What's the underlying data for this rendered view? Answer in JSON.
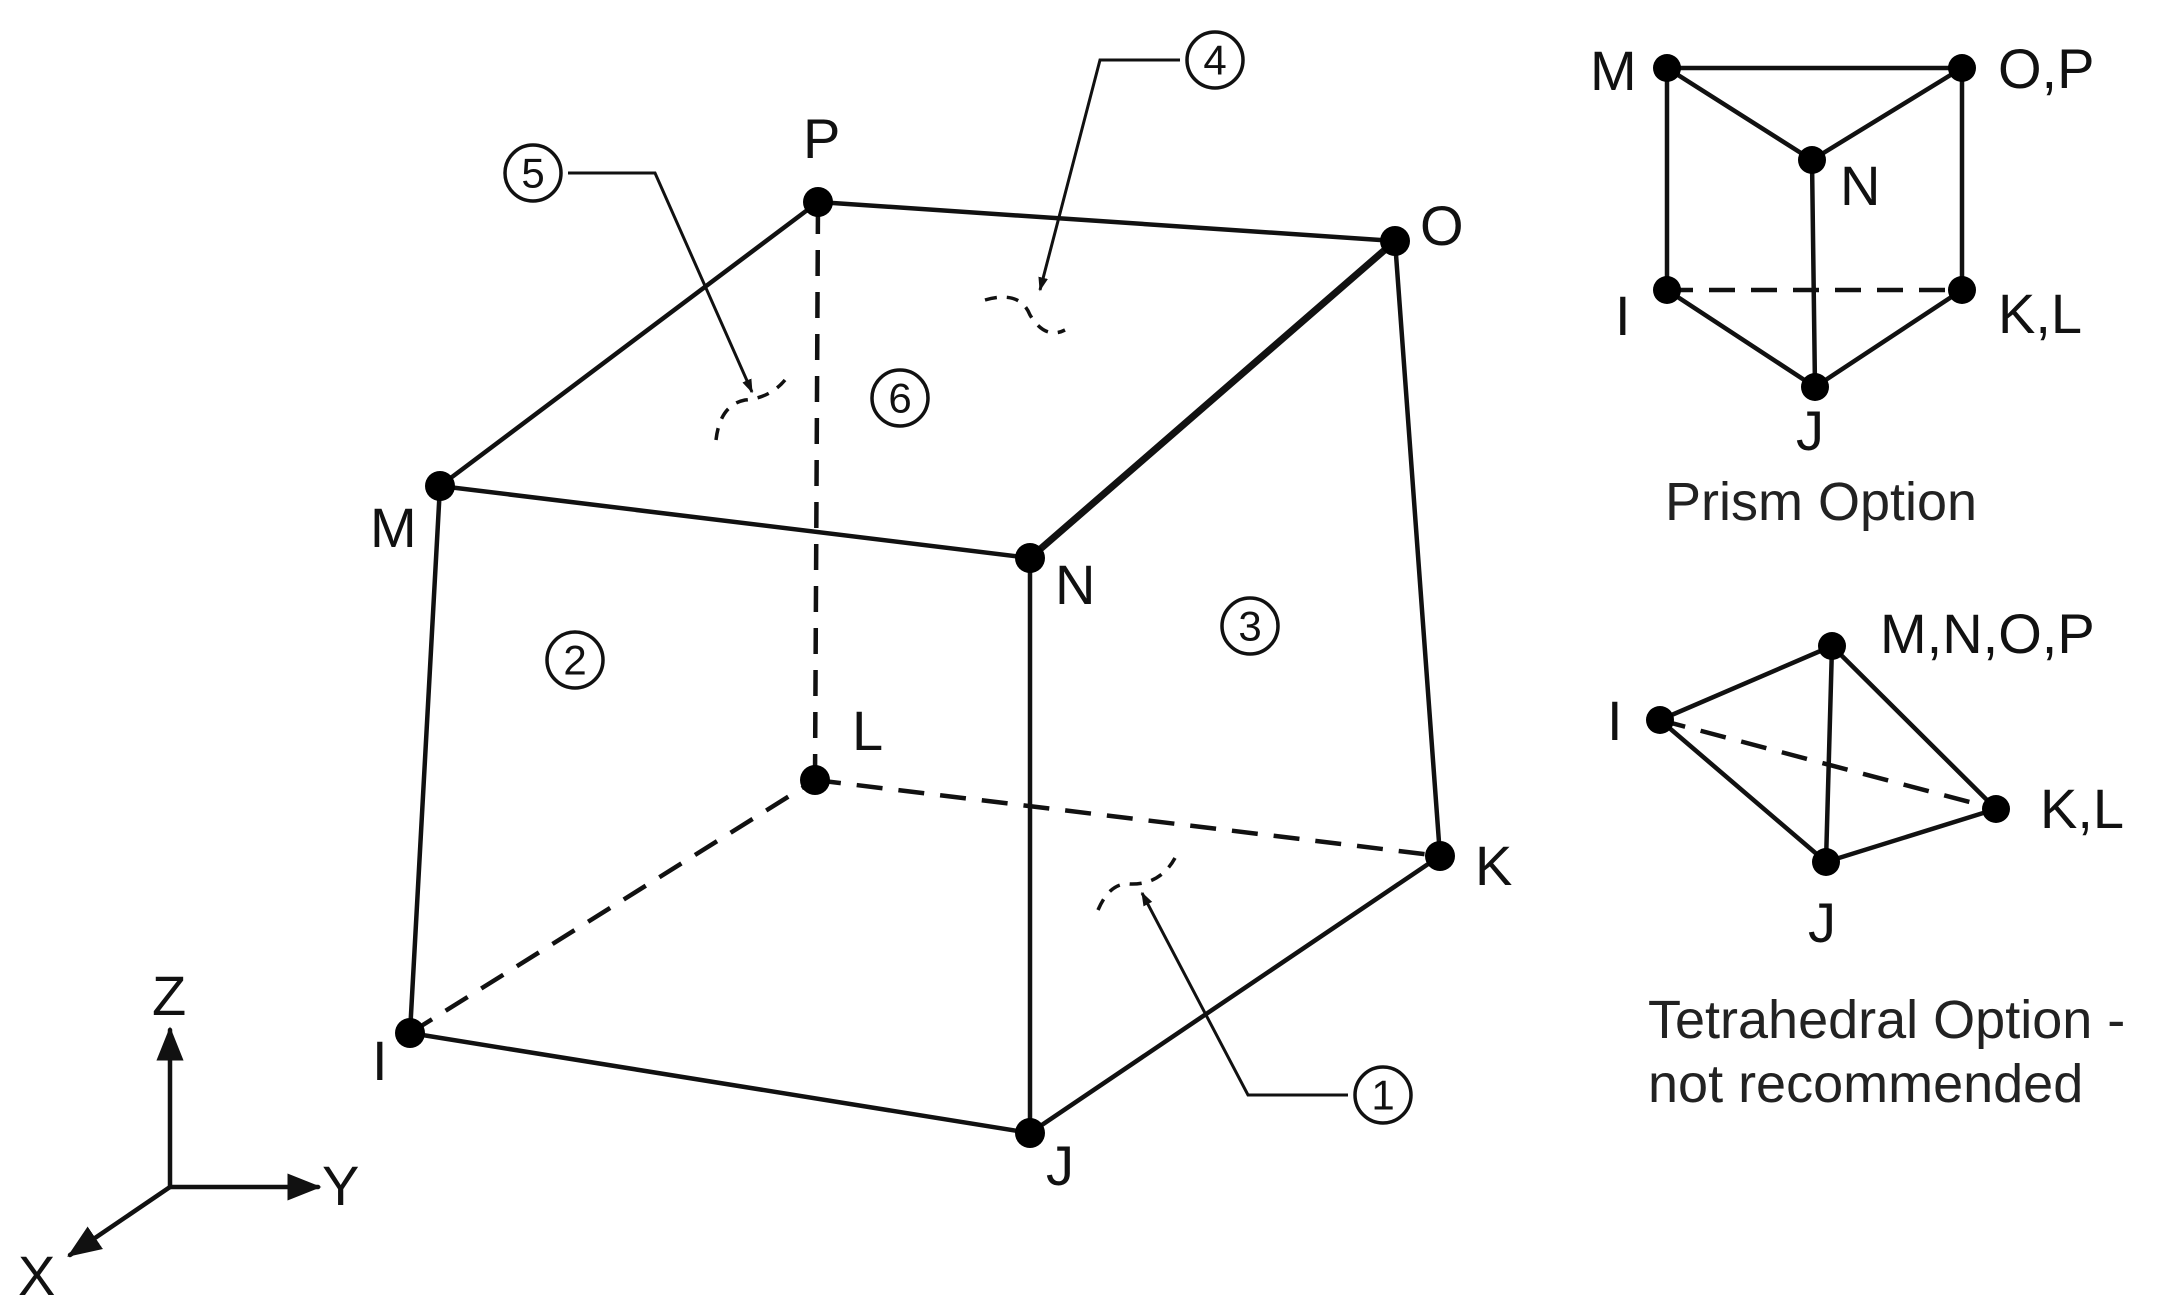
{
  "main_element": {
    "nodes": {
      "I": "I",
      "J": "J",
      "K": "K",
      "L": "L",
      "M": "M",
      "N": "N",
      "O": "O",
      "P": "P"
    },
    "faces": [
      "1",
      "2",
      "3",
      "4",
      "5",
      "6"
    ]
  },
  "axes": {
    "x": "X",
    "y": "Y",
    "z": "Z"
  },
  "prism": {
    "labels": {
      "M": "M",
      "OP": "O,P",
      "N": "N",
      "I": "I",
      "KL": "K,L",
      "J": "J"
    },
    "caption": "Prism Option"
  },
  "tetra": {
    "labels": {
      "MNOP": "M,N,O,P",
      "I": "I",
      "KL": "K,L",
      "J": "J"
    },
    "caption_line1": "Tetrahedral Option -",
    "caption_line2": "not recommended"
  },
  "colors": {
    "ink": "#111111",
    "background": "#ffffff"
  }
}
